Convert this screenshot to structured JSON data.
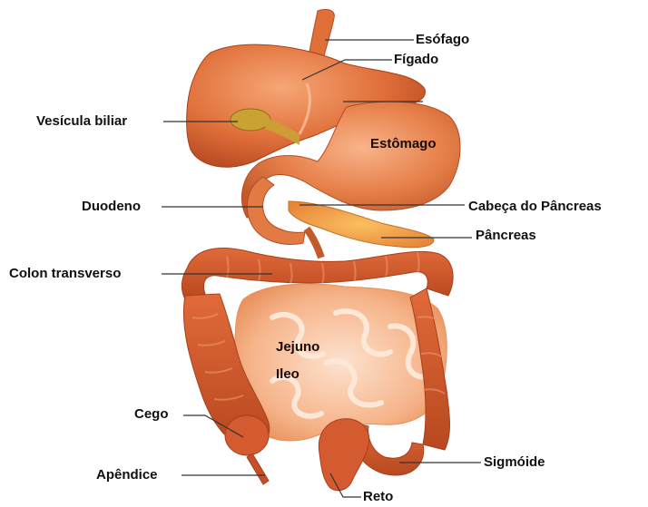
{
  "labels": {
    "esofago": "Esófago",
    "figado": "Fígado",
    "vesicula": "Vesícula biliar",
    "estomago": "Estômago",
    "duodeno": "Duodeno",
    "cabeca_pancreas": "Cabeça do Pâncreas",
    "pancreas": "Pâncreas",
    "colon_transverso": "Colon transverso",
    "jejuno": "Jejuno",
    "ileo": "Ileo",
    "cego": "Cego",
    "apendice": "Apêndice",
    "sigmoide": "Sigmóide",
    "reto": "Reto"
  },
  "colors": {
    "organ": "#e0703a",
    "organ_dark": "#b84a22",
    "organ_light": "#f3a070",
    "colon": "#d45a30",
    "colon_dark": "#a8401c",
    "small_intestine": "#f6b48a",
    "small_intestine_light": "#fcd8c0",
    "gallbladder": "#c9a233",
    "pancreas": "#f0a040",
    "leader_line": "#333333"
  }
}
